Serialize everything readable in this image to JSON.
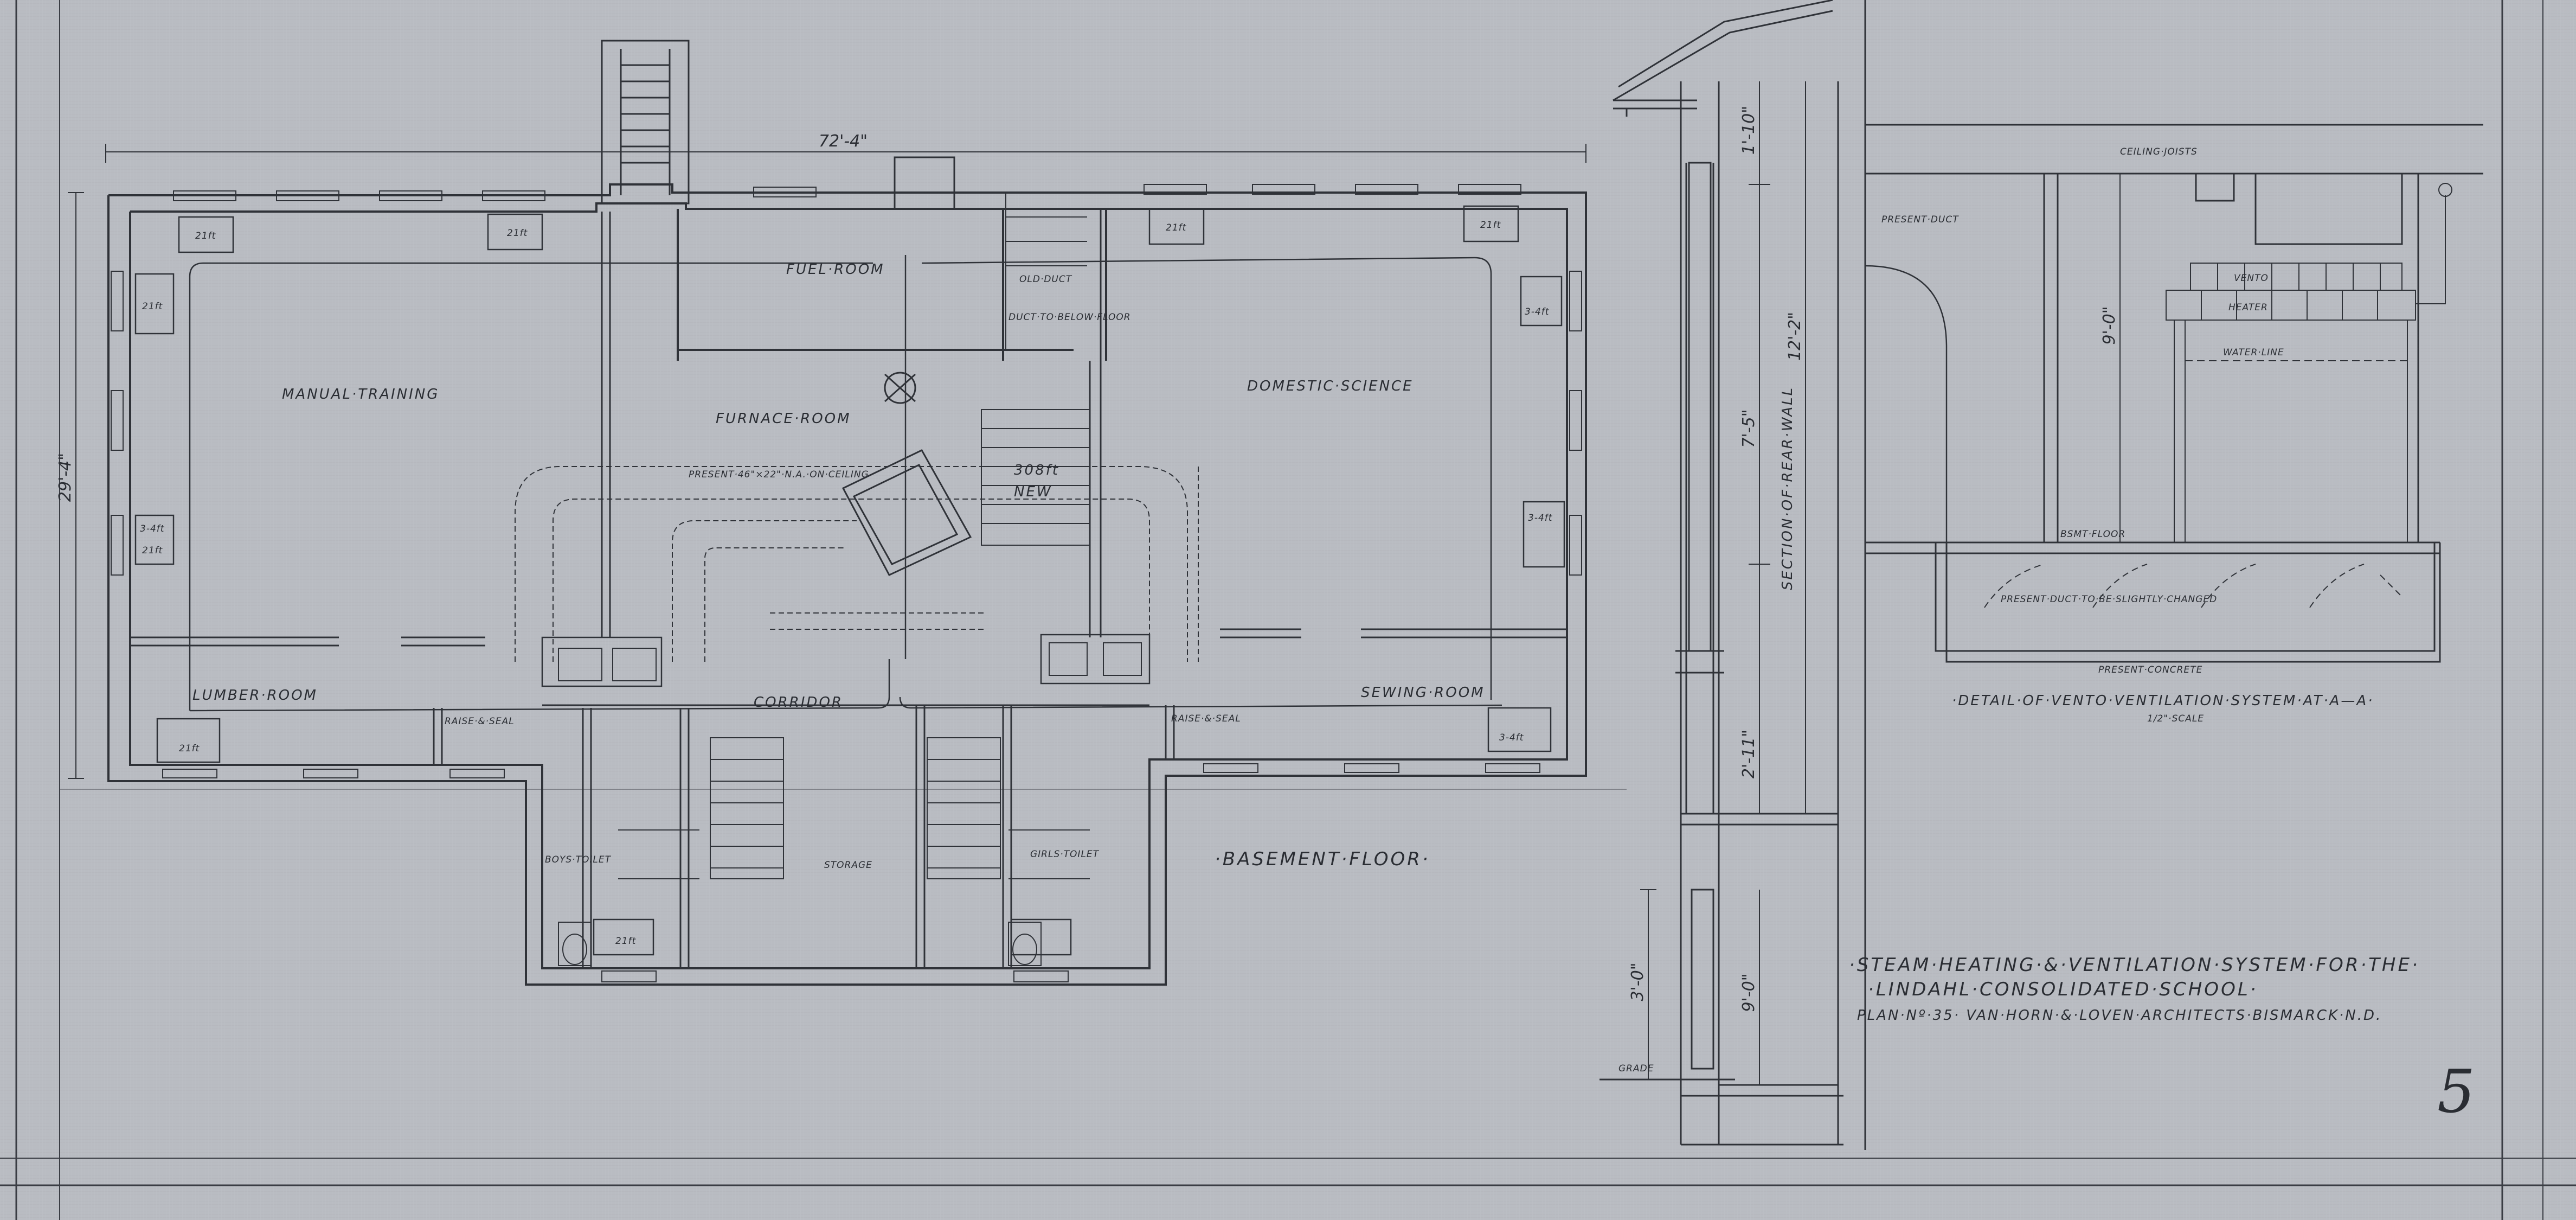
{
  "plan": {
    "rooms": {
      "manual_training": "MANUAL·TRAINING",
      "furnace_room": "FURNACE·ROOM",
      "fuel_room": "FUEL·ROOM",
      "domestic_science": "DOMESTIC·SCIENCE",
      "lumber_room": "LUMBER·ROOM",
      "corridor": "CORRIDOR",
      "sewing_room": "SEWING·ROOM",
      "boys_toilet": "BOYS·TOILET",
      "girls_toilet": "GIRLS·TOILET",
      "storage": "STORAGE",
      "basement_floor": "·BASEMENT·FLOOR·"
    },
    "dimensions": {
      "width": "72'-4\"",
      "depth": "29'-4\""
    },
    "radiators": {
      "r1": "21ft",
      "r2": "21ft",
      "r3": "21ft",
      "r4": "3-4ft",
      "r5": "21ft",
      "r6": "3-4ft",
      "r7": "21ft",
      "r8": "21ft",
      "r9": "3-4ft",
      "r10": "3-4ft",
      "r11": "21ft",
      "r12": "21ft"
    },
    "notes": {
      "present_duct": "PRESENT·46\"×22\"·N.A.·ON·CEILING",
      "new_duct": "NEW",
      "heater_area": "308ft",
      "raise_seal_left": "RAISE·&·SEAL",
      "raise_seal_right": "RAISE·&·SEAL",
      "old_duct": "OLD·DUCT",
      "duct_below_floor": "DUCT·TO·BELOW·FLOOR"
    }
  },
  "section": {
    "title": "SECTION·OF·REAR·WALL",
    "dim_top": "1'-10\"",
    "dim_mid": "7'-5\"",
    "dim_total": "12'-2\"",
    "dim_low": "2'-11\"",
    "dim_bottom": "3'-0\"",
    "dim_base": "9'-0\"",
    "grade": "GRADE"
  },
  "detail": {
    "ceiling_joists": "CEILING·JOISTS",
    "present_duct": "PRESENT·DUCT",
    "vento": "VENTO",
    "heater": "HEATER",
    "water_line": "WATER·LINE",
    "basement_floor": "BSMT·FLOOR",
    "changed_note": "PRESENT·DUCT·TO·BE·SLIGHTLY·CHANGED",
    "present_concrete": "PRESENT·CONCRETE",
    "dim_height": "9'-0\"",
    "caption": "·DETAIL·OF·VENTO·VENTILATION·SYSTEM·AT·A—A·",
    "scale": "1/2\"·SCALE"
  },
  "title_block": {
    "line1": "·STEAM·HEATING·&·VENTILATION·SYSTEM·FOR·THE·",
    "line2": "·LINDAHL·CONSOLIDATED·SCHOOL·",
    "line3": "PLAN·Nº·35·  VAN·HORN·&·LOVEN·ARCHITECTS·BISMARCK·N.D."
  },
  "page_number": "5",
  "colors": {
    "paper": "#b9bcc2",
    "ink": "#2a2d33"
  }
}
